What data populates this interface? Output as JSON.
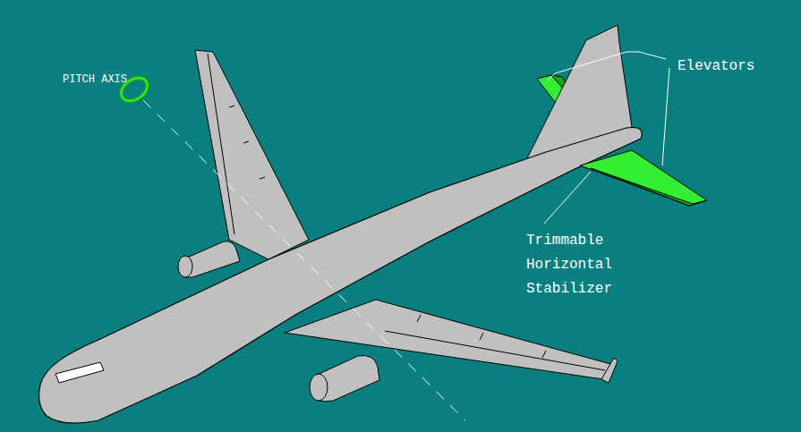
{
  "diagram": {
    "labels": [
      "PITCH AXIS",
      "Elevators",
      "Trimmable Horizontal Stabilizer"
    ]
  }
}
